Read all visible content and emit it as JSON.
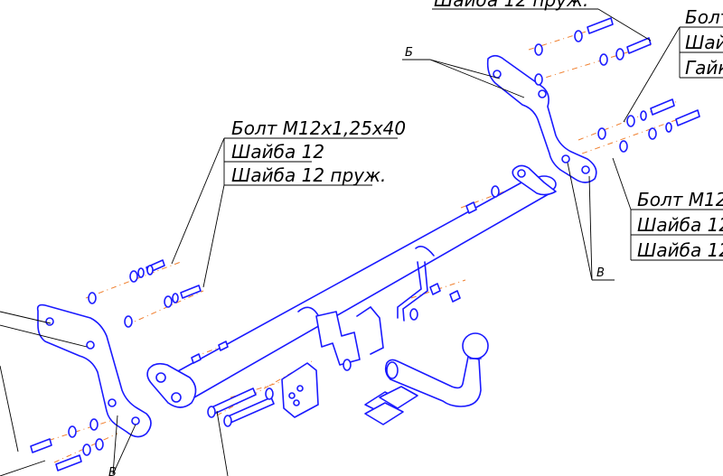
{
  "colors": {
    "parts": "#1a1aff",
    "axes": "#f08030",
    "text": "#000000"
  },
  "callouts": {
    "left_group": [
      "Болт М12х1,25х40",
      "Шайба 12",
      "Шайба 12 пруж."
    ],
    "top_right_partial": "Шайба 12 пруж.",
    "top_right_group": [
      "Болт",
      "Шайба",
      "Гайк"
    ],
    "right_group": [
      "Болт М12",
      "Шайба 12",
      "Шайба 12"
    ],
    "point_b": "Б",
    "point_v_right": "В",
    "point_v_left": "В"
  }
}
